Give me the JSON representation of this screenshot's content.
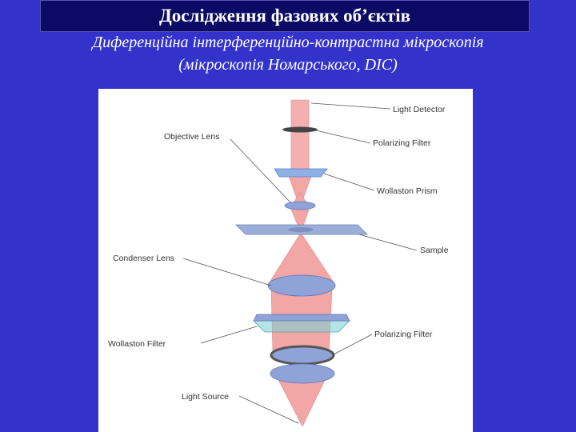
{
  "slide": {
    "title": "Дослідження фазових об’єктів",
    "subtitle_line1": "Диференційна інтерференційно-контрастна мікроскопія",
    "subtitle_line2": "(мікроскопія Номарського, DIC)"
  },
  "diagram": {
    "labels": {
      "light_detector": "Light Detector",
      "polarizing_filter_top": "Polarizing Filter",
      "objective_lens": "Objective Lens",
      "wollaston_prism": "Wollaston Prism",
      "sample": "Sample",
      "condenser_lens": "Condenser Lens",
      "polarizing_filter_bottom": "Polarizing Filter",
      "wollaston_filter": "Wollaston Filter",
      "light_source": "Light Source"
    },
    "colors": {
      "beam": "#f2a6a6",
      "beam_edge": "#d98080",
      "lens": "#8fa3d9",
      "prism": "#8fb0e6",
      "slide_glass": "#9aaed8",
      "filter_ring": "#555555",
      "background_slide": "#3333cc",
      "title_bar": "#0b0b66"
    }
  }
}
